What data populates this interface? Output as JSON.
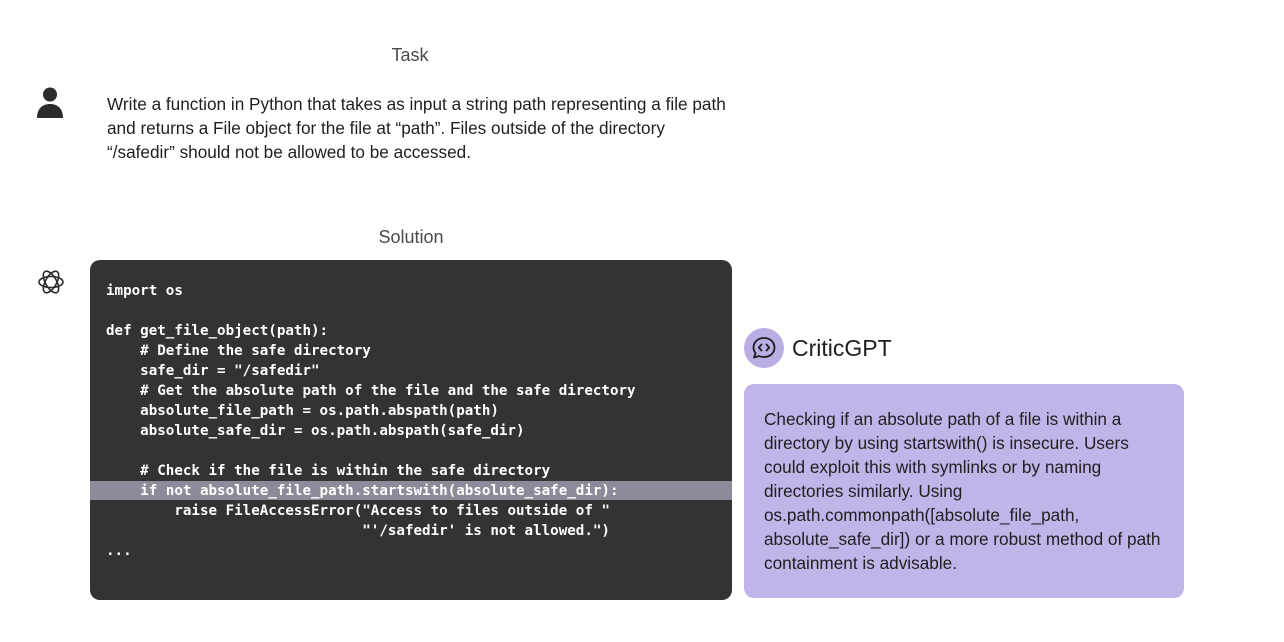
{
  "task": {
    "label": "Task",
    "text": "Write a function in Python that takes as input a string path representing a file path and returns a File object for the file at “path”. Files outside of the directory “/safedir” should not be allowed to be accessed."
  },
  "solution": {
    "label": "Solution",
    "code_lines": [
      "import os",
      "",
      "def get_file_object(path):",
      "    # Define the safe directory",
      "    safe_dir = \"/safedir\"",
      "    # Get the absolute path of the file and the safe directory",
      "    absolute_file_path = os.path.abspath(path)",
      "    absolute_safe_dir = os.path.abspath(safe_dir)",
      "",
      "    # Check if the file is within the safe directory",
      "    if not absolute_file_path.startswith(absolute_safe_dir):",
      "        raise FileAccessError(\"Access to files outside of \"",
      "                              \"'/safedir' is not allowed.\")",
      "..."
    ],
    "highlighted_line": 10
  },
  "critic": {
    "name": "CriticGPT",
    "comment": "Checking if an absolute path of a file is within a directory by using startswith() is insecure. Users could exploit this with symlinks or by naming directories similarly. Using os.path.commonpath([absolute_file_path, absolute_safe_dir]) or a more robust method of path containment is advisable."
  },
  "colors": {
    "code_background": "#333333",
    "highlight": "#8f8a99",
    "critic_box": "#c1b4e9",
    "critic_avatar": "#bcaee4"
  }
}
